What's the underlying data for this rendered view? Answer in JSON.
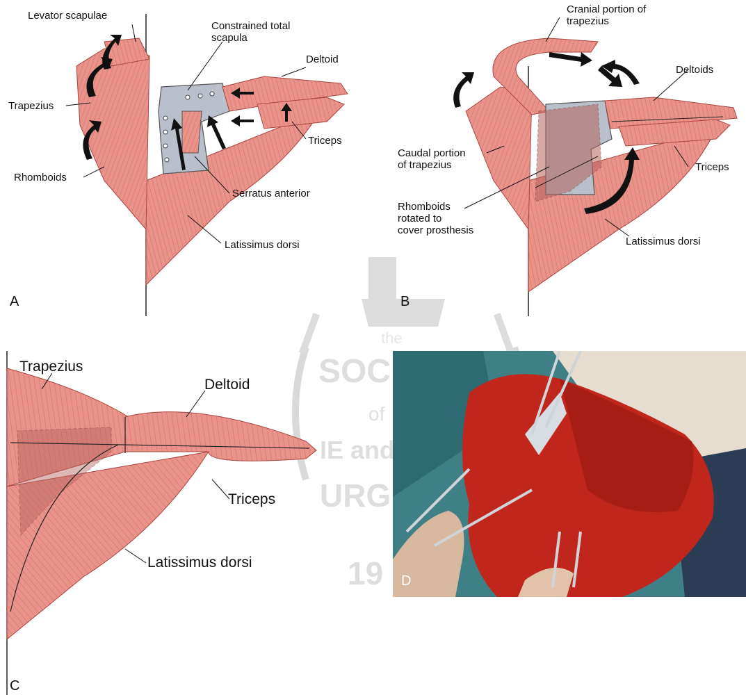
{
  "panels": {
    "A": {
      "letter": "A",
      "labels": {
        "levator_scapulae": "Levator scapulae",
        "constrained_total_scapula": "Constrained total\nscapula",
        "deltoid": "Deltoid",
        "trapezius": "Trapezius",
        "triceps": "Triceps",
        "rhomboids": "Rhomboids",
        "serratus_anterior": "Serratus anterior",
        "latissimus_dorsi": "Latissimus dorsi"
      }
    },
    "B": {
      "letter": "B",
      "labels": {
        "cranial_trapezius": "Cranial portion of\ntrapezius",
        "deltoids": "Deltoids",
        "caudal_trapezius": "Caudal portion\nof trapezius",
        "triceps": "Triceps",
        "rhomboids_rotated": "Rhomboids\nrotated to\ncover prosthesis",
        "latissimus_dorsi": "Latissimus dorsi"
      }
    },
    "C": {
      "letter": "C",
      "labels": {
        "trapezius": "Trapezius",
        "deltoid": "Deltoid",
        "triceps": "Triceps",
        "latissimus_dorsi": "Latissimus dorsi"
      }
    },
    "D": {
      "letter": "D"
    }
  },
  "watermark": {
    "lines": [
      "the",
      "SOCIA",
      "of",
      "IE and",
      "URGE",
      "19"
    ]
  },
  "colors": {
    "muscle": "#e9938a",
    "muscle_dark": "#c9625b",
    "prosthesis": "#b9c0cc",
    "photo_tissue": "#c0261b",
    "drape": "#3f7f86"
  }
}
